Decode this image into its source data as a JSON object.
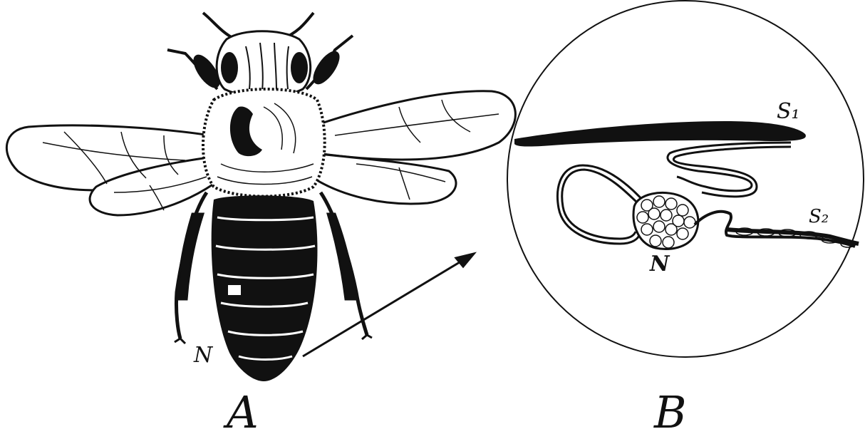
{
  "labels": {
    "panel_a": "A",
    "panel_b": "B",
    "n_on_bee": "N",
    "n_in_circle": "N",
    "s1": "S₁",
    "s2": "S₂"
  },
  "colors": {
    "ink": "#111111",
    "paper": "#ffffff"
  }
}
